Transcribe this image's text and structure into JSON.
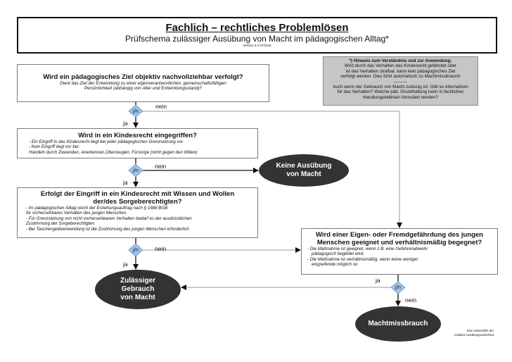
{
  "header": {
    "title": "Fachlich – rechtliches Problemlösen",
    "subtitle": "Prüfschema zulässiger Ausübung von Macht im pädagogischen Alltag*",
    "version": "Version 3.4 07/2015"
  },
  "note": {
    "title": "*) Hinweis zum Verständnis und zur Anwendung:",
    "line1": "Wird durch das Verhalten das Kindeswohl gefährdet oder",
    "line2": "ist das Verhalten strafbar, kann kein pädagogisches Ziel",
    "line3": "verfolgt werden. Dies führt automatisch zu Machtmissbrauch!",
    "divider": "---------",
    "line4": "Auch wenn der Gebrauch von Macht zulässig ist: Gibt es Alternativen",
    "line5": "für das Verhalten? Welche päd. Grundhaltung kann in fachlichen",
    "line6": "Handlungsleitlinien formuliert werden?"
  },
  "q1": {
    "question": "Wird ein pädagogisches Ziel objektiv nachvollziehbar verfolgt?",
    "hint1": "Dient das Ziel der Entwicklung zu einer eigenverantwortlichen, gemeinschaftsfähigen",
    "hint2": "Persönlichkeit (abhängig von Alter und Entwicklungsstand)?"
  },
  "q2": {
    "question": "Wird in ein Kindesrecht eingegriffen?",
    "b1": "- Ein Eingriff in das Kindesrecht liegt bei jeder pädagogischen Grenzsetzung vor.",
    "b2": "- Kein Eingriff liegt vor bei:",
    "b3": "Handeln durch Zuwenden, Anerkennen,Überzeugen, Fürsorge (nicht gegen den Willen)"
  },
  "q3": {
    "question1": "Erfolgt der Eingriff in ein Kindesrecht mit Wissen und Wollen",
    "question2": "der/des Sorgeberechtigten?",
    "b1": "- Im pädagogischen Alltag reicht der Erziehungsauftrag nach § 1688 BGB",
    "b2": "für vorhersehbares Verhalten des jungen Menschen.",
    "b3": "- Für Grenzsetzung von nicht vorhersehbarem Verhalten bedarf es der ausdrücklichen",
    "b4": "Zustimmung der Sorgeberechtigten.",
    "b5": "- Bei Taschengeldverwendung ist die Zustimmung des jungen Menschen erforderlich."
  },
  "q4": {
    "question1": "Wird einer Eigen- oder Fremdgefährdung des jungen",
    "question2": "Menschen geeignet und verhältnismäßig begegnet?",
    "b1": "- Die Maßnahme ist geeignet, wenn z.B. eine Gefahrenabwehr",
    "b2": "pädagogisch begleitet wird.",
    "b3": "- Die Maßnahme ist verhältnismäßig, wenn keine weniger",
    "b4": "eingreifende möglich ist."
  },
  "outcomes": {
    "keine1": "Keine Ausübung",
    "keine2": "von Macht",
    "zul1": "Zulässiger",
    "zul2": "Gebrauch",
    "zul3": "von Macht",
    "miss": "Machtmissbrauch"
  },
  "labels": {
    "decision": "j/n",
    "yes": "ja",
    "no": "nein"
  },
  "footer": {
    "line1": "Eine Arbeitshilfe der",
    "line2": "Initiative Handlungssicherheit"
  }
}
